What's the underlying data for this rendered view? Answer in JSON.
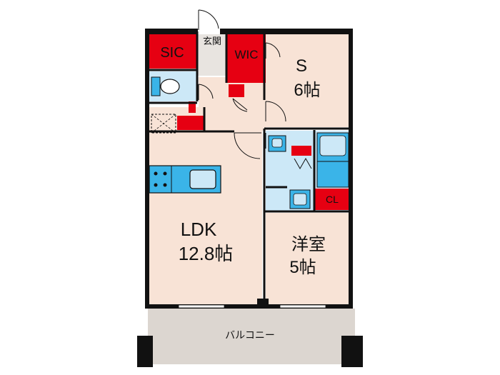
{
  "rooms": {
    "sic": {
      "label": "SIC"
    },
    "genkan": {
      "label": "玄関"
    },
    "wic": {
      "label": "WIC"
    },
    "s_room": {
      "label": "S",
      "size": "6帖"
    },
    "ldk": {
      "label": "LDK",
      "size": "12.8帖"
    },
    "yoshitsu": {
      "label": "洋室",
      "size": "5帖"
    },
    "cl": {
      "label": "CL"
    },
    "balcony": {
      "label": "バルコニー"
    }
  },
  "colors": {
    "storage_red": "#e60012",
    "room_beige": "#f8e3d6",
    "wet_blue": "#cce8f7",
    "fixture_cyan": "#3ab4e8",
    "balcony_grey": "#dcd6d0",
    "wall": "#111111"
  },
  "icons": [
    "toilet-icon",
    "kitchen-sink-icon",
    "stove-icon",
    "bathtub-icon",
    "washbasin-icon",
    "washing-machine-icon",
    "shoe-box-icon"
  ]
}
